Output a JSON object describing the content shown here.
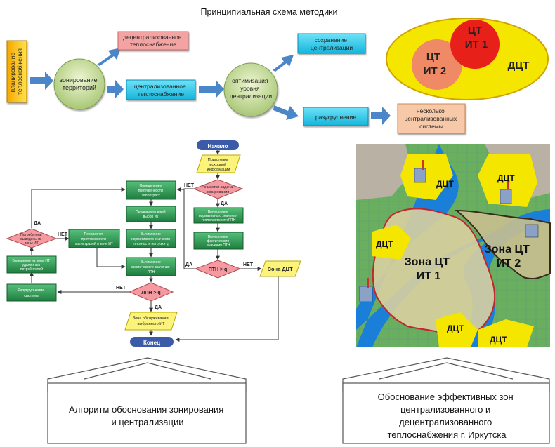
{
  "title": "Принципиальная схема методики",
  "flow": {
    "planning": [
      "планирование",
      "теплоснабжения"
    ],
    "zoning": [
      "зонирование",
      "территорий"
    ],
    "decentralized": [
      "децентрализованное",
      "теплоснабжение"
    ],
    "centralized": [
      "централизованное",
      "теплоснабжение"
    ],
    "optimization": [
      "оптимизация",
      "уровня",
      "централизации"
    ],
    "preserve": [
      "сохранение",
      "централизации"
    ],
    "split": "разукрупнение",
    "several": [
      "несколько",
      "централизованных",
      "системы"
    ]
  },
  "venn": {
    "dct": "ДЦТ",
    "ct1": [
      "ЦТ",
      "ИТ 1"
    ],
    "ct2": [
      "ЦТ",
      "ИТ 2"
    ]
  },
  "algorithm": {
    "start": "Начало",
    "end": "Конец",
    "input": [
      "Подготовка",
      "исходной",
      "информации"
    ],
    "q_zoning": [
      "Решается задача",
      "зонирования"
    ],
    "calc_limit": [
      "Вычисление",
      "нормативного значения",
      "теплоплотности ПТН"
    ],
    "calc_actual_ptn": [
      "Вычисление",
      "фактического",
      "значения ПТН"
    ],
    "cond_ptn": "ПТН > q",
    "zone_dct": "Зона ДЦТ",
    "det_length": [
      "Определение",
      "протяженности",
      "теплотрасс"
    ],
    "pre_select": [
      "Предварительный",
      "выбор ИТ"
    ],
    "calc_norm_q": [
      "Вычисление",
      "нормативного значения",
      "плотности нагрузки q"
    ],
    "calc_actual_lpn": [
      "Вычисление",
      "фактического значения",
      "ЛПН"
    ],
    "cond_lpn": "ЛПН > q",
    "zone_service": [
      "Зона обслуживания",
      "выбранного ИТ"
    ],
    "q_remote": [
      "Потребители",
      "выведены из",
      "зоны ИТ"
    ],
    "recalc": [
      "Перерасчет",
      "протяженности",
      "магистралей в зоне ИТ"
    ],
    "exclude": [
      "Выведение из зоны ИТ",
      "удаленных",
      "потребителей"
    ],
    "split_system": [
      "Разукрупнение",
      "системы"
    ],
    "yes": "ДА",
    "no": "НЕТ"
  },
  "map": {
    "dct_label": "ДЦТ",
    "zone1": [
      "Зона ЦТ",
      "ИТ 1"
    ],
    "zone2": [
      "Зона ЦТ",
      "ИТ 2"
    ]
  },
  "callouts": {
    "left": [
      "Алгоритм обоснования зонирования",
      "и централизации"
    ],
    "right": [
      "Обоснование эффективных зон",
      "централизованного и",
      "децентрализованного",
      "теплоснабжения г. Иркутска"
    ]
  },
  "colors": {
    "arrow": "#4a86c8",
    "cyan_box": "#1ec8ea",
    "pink_box": "#f4a3a3",
    "peach_box": "#f8c9a8",
    "yellow": "#f5e600",
    "red": "#e8201a",
    "salmon": "#f08a66",
    "green_box": "#2e9e54",
    "flow_yellow": "#fbf37a"
  }
}
